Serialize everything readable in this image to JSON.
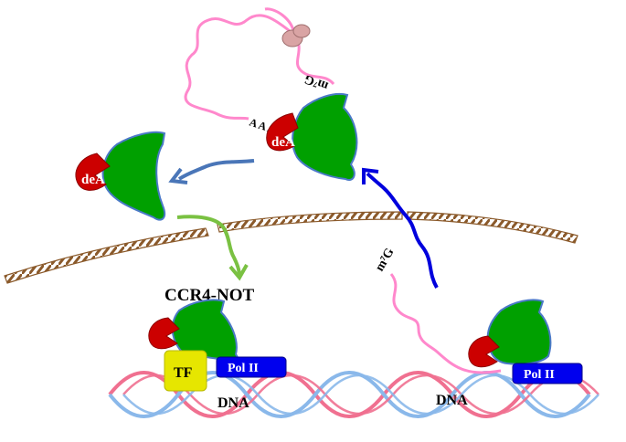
{
  "labels": {
    "ccr4_not": "CCR4-NOT",
    "tf": "TF",
    "pol_ii_left": "Pol II",
    "pol_ii_right": "Pol II",
    "dna_left": "DNA",
    "dna_right": "DNA",
    "dea_top": "deA",
    "dea_left": "deA",
    "poly_a": "A A A",
    "cap_top": "m⁷G",
    "cap_mid": "m⁷G"
  },
  "colors": {
    "complex_green": "#00a000",
    "complex_outline": "#4a79c7",
    "dea_red": "#cc0000",
    "mrna_pink": "#ff88cc",
    "ribosome": "#d9a4a4",
    "membrane_brown": "#8b5a2b",
    "arrow_blue_grey": "#4a76b8",
    "arrow_green": "#7ac142",
    "arrow_blue": "#0000dd",
    "dna_pink": "#f07090",
    "dna_blue": "#8ab8ea",
    "tf_yellow": "#e6e600",
    "pol_blue": "#0000ee"
  }
}
